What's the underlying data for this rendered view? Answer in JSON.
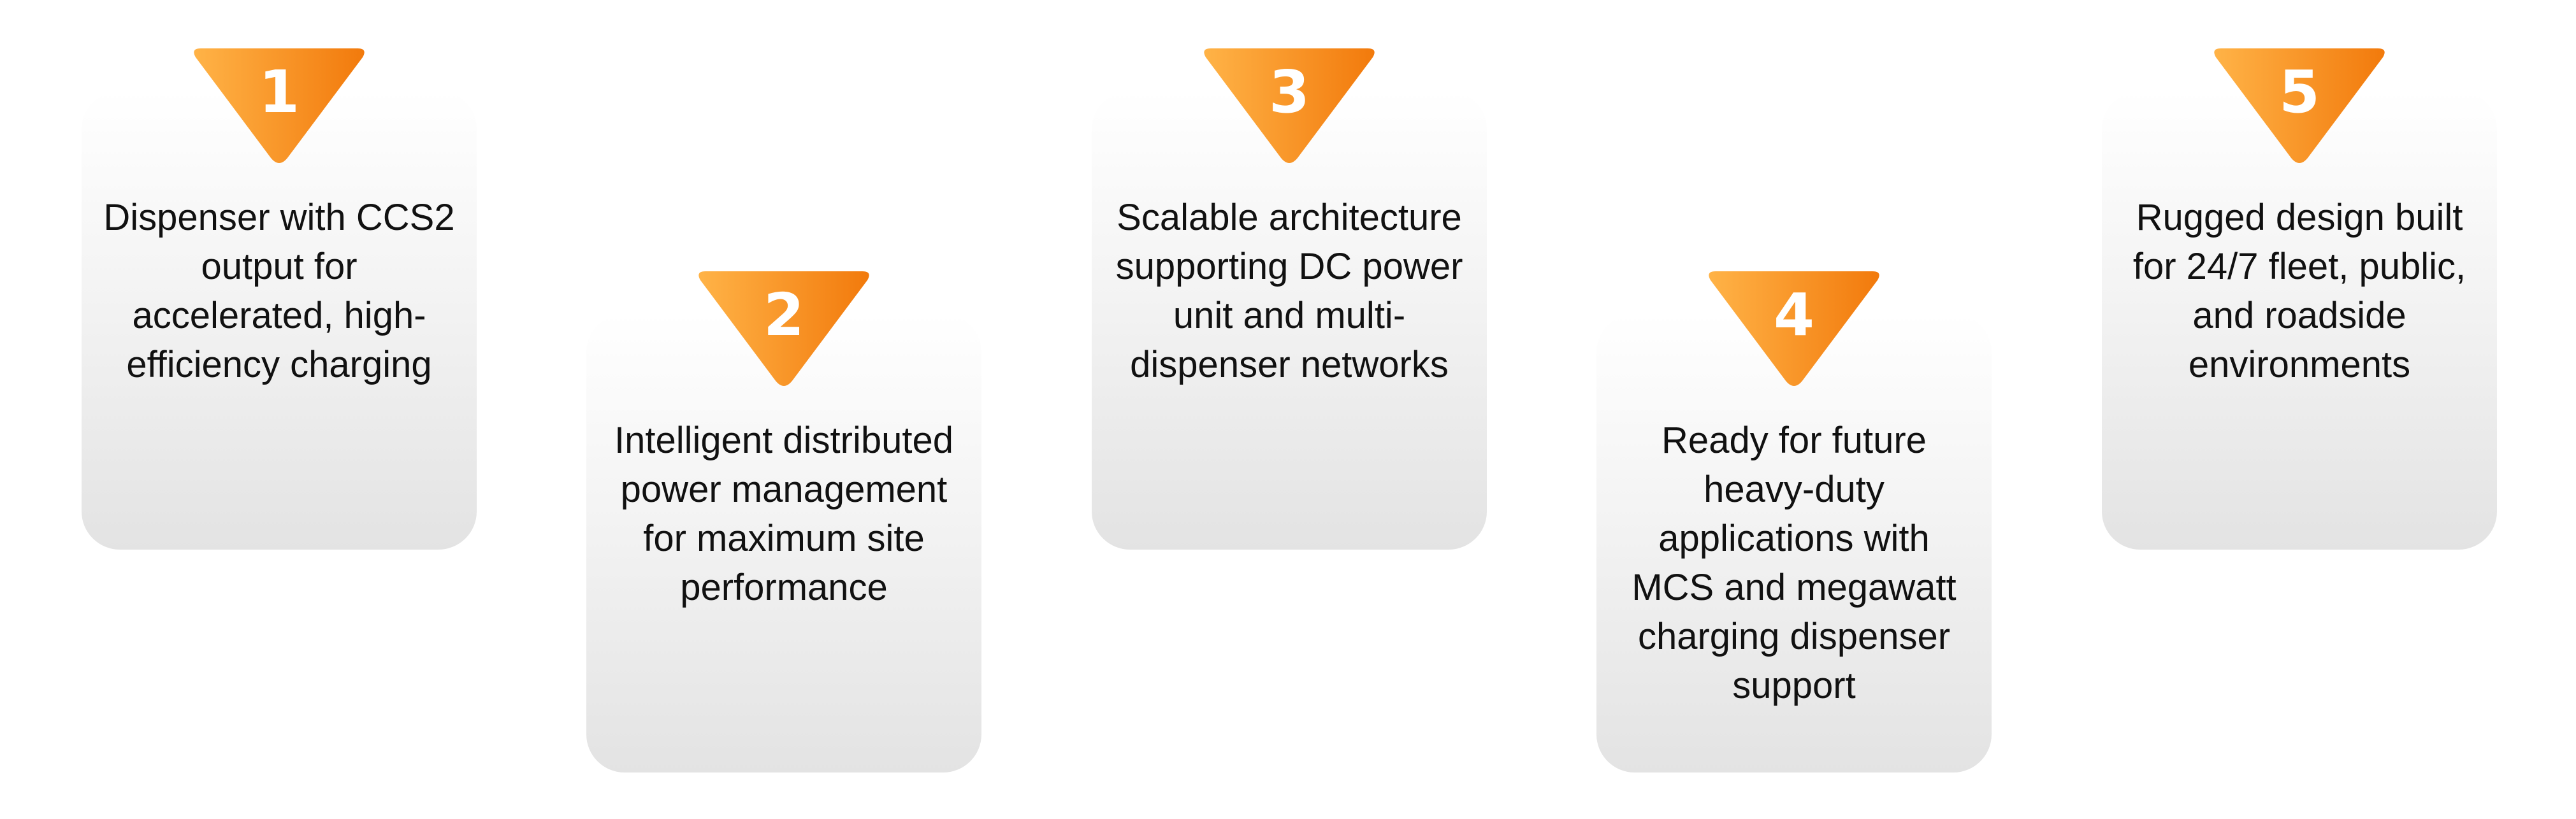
{
  "colors": {
    "accent_light": "#ffb347",
    "accent_dark": "#f27a0c",
    "card_top": "#ffffff",
    "card_bottom": "#e3e3e3",
    "text": "#111111",
    "badge_text": "#ffffff"
  },
  "steps": [
    {
      "number": "1",
      "text": "Dispenser with CCS2 output for accelerated, high-efficiency charging"
    },
    {
      "number": "2",
      "text": "Intelligent distributed power management for maximum site performance"
    },
    {
      "number": "3",
      "text": "Scalable architecture supporting DC power unit and multi-dispenser networks"
    },
    {
      "number": "4",
      "text": "Ready for future heavy-duty applications with MCS and megawatt charging dispenser support"
    },
    {
      "number": "5",
      "text": "Rugged design built for 24/7 fleet, public, and roadside environments"
    }
  ]
}
